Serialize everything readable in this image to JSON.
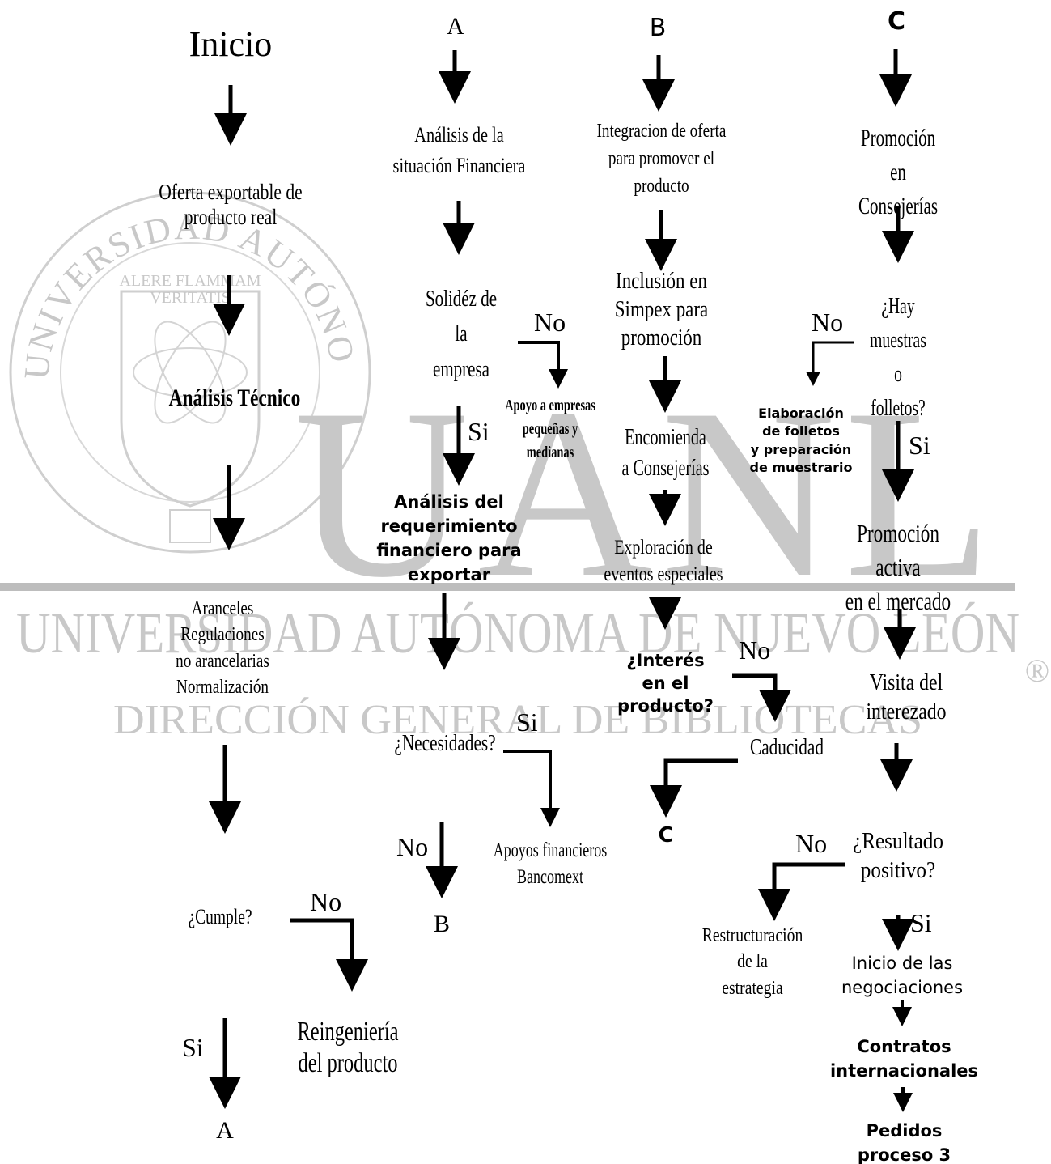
{
  "watermark": {
    "seal_text": "UNIVERSIDAD AUTÓNOMA DE NUEVO LEÓN",
    "motto_line1": "ALERE FLAMMAM",
    "motto_line2": "VERITATIS",
    "big_letters": "UANL",
    "line1": "UNIVERSIDAD AUTÓNOMA DE NUEVO LEÓN",
    "registered": "®",
    "line2": "DIRECCIÓN GENERAL DE BIBLIOTECAS"
  },
  "col1": {
    "inicio": "Inicio",
    "oferta": "Oferta exportable de\nproducto real",
    "analisis_tecnico": "Análisis Técnico",
    "aranceles": "Aranceles\nRegulaciones\nno arancelarias\nNormalización",
    "cumple": "¿Cumple?",
    "no": "No",
    "reingenieria": "Reingeniería\ndel producto",
    "si": "Si",
    "a": "A"
  },
  "col2": {
    "head": "A",
    "analisis_situacion": "Análisis de la\nsituación Financiera",
    "solidez": "Solidéz de\nla\nempresa",
    "no": "No",
    "apoyo": "Apoyo a empresas\npequeñas y\nmedianas",
    "si": "Si",
    "analisis_req": "Análisis del\nrequerimiento\nfinanciero para\nexportar",
    "necesidades": "¿Necesidades?",
    "si2": "Si",
    "apoyos_fin": "Apoyos financieros\nBancomext",
    "no2": "No",
    "b": "B"
  },
  "col3": {
    "head": "B",
    "integracion": "Integracion de oferta\npara promover el\nproducto",
    "inclusion": "Inclusión en\nSimpex para\npromoción",
    "encomienda": "Encomienda\na Consejerías",
    "exploracion": "Exploración de\neventos especiales",
    "interes": "¿Interés\nen el\nproducto?",
    "no": "No",
    "caducidad": "Caducidad",
    "c": "C"
  },
  "col4": {
    "head": "C",
    "promocion": "Promoción en\nConsejerías",
    "hay_muestras": "¿Hay\nmuestras\no folletos?",
    "no": "No",
    "elaboracion": "Elaboración\nde folletos\ny preparación\nde muestrario",
    "si": "Si",
    "promocion_activa": "Promoción activa\nen el mercado",
    "visita": "Visita del\ninterezado",
    "resultado": "¿Resultado\npositivo?",
    "no2": "No",
    "restructuracion": "Restructuración\nde la\nestrategia",
    "si2": "Si",
    "inicio_neg": "Inicio de las\nnegociaciones",
    "contratos": "Contratos\ninternacionales",
    "pedidos": "Pedidos\nproceso 3"
  }
}
